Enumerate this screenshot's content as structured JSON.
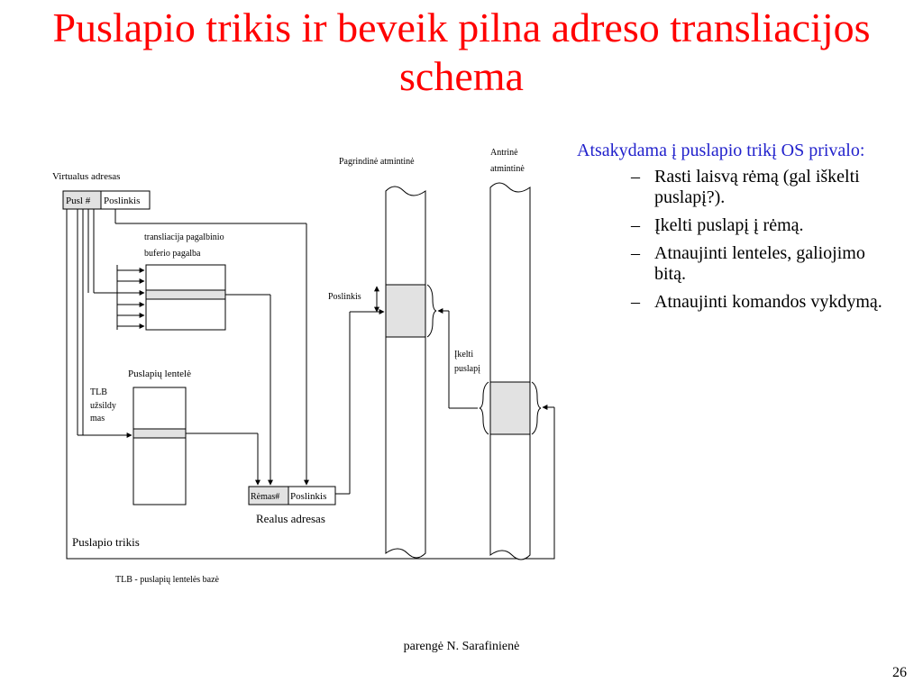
{
  "slide": {
    "title": "Puslapio trikis ir beveik pilna adreso transliacijos schema",
    "footer": "parengė N. Sarafinienė",
    "page_number": "26"
  },
  "diagram": {
    "virtual_address_label": "Virtualus adresas",
    "page_num_label": "Pusl #",
    "offset_label": "Poslinkis",
    "tlb_translation_line1": "transliacija pagalbinio",
    "tlb_translation_line2": "buferio pagalba",
    "page_table_label": "Puslapių lentelė",
    "tlb_miss_line1": "TLB",
    "tlb_miss_line2": "užsildy",
    "tlb_miss_line3": "mas",
    "frame_label": "Rėmas#",
    "real_offset_label": "Poslinkis",
    "real_address_label": "Realus adresas",
    "page_fault_label": "Puslapio trikis",
    "tlb_note": "TLB - puslapių lentelės bazė",
    "main_memory_label": "Pagrindinė atmintinė",
    "secondary_memory_line1": "Antrinė",
    "secondary_memory_line2": "atmintinė",
    "memory_offset_label": "Poslinkis",
    "load_page_line1": "Įkelti",
    "load_page_line2": "puslapį"
  },
  "right_text": {
    "intro": "Atsakydama į puslapio trikį OS privalo:",
    "dash": "–",
    "items": [
      "Rasti laisvą rėmą (gal iškelti puslapį?).",
      "Įkelti puslapį į rėmą.",
      "Atnaujinti lenteles, galiojimo bitą.",
      "Atnaujinti komandos vykdymą."
    ]
  },
  "colors": {
    "title": "#ff0000",
    "intro": "#2222cc",
    "box_fill": "#e2e2e2"
  }
}
